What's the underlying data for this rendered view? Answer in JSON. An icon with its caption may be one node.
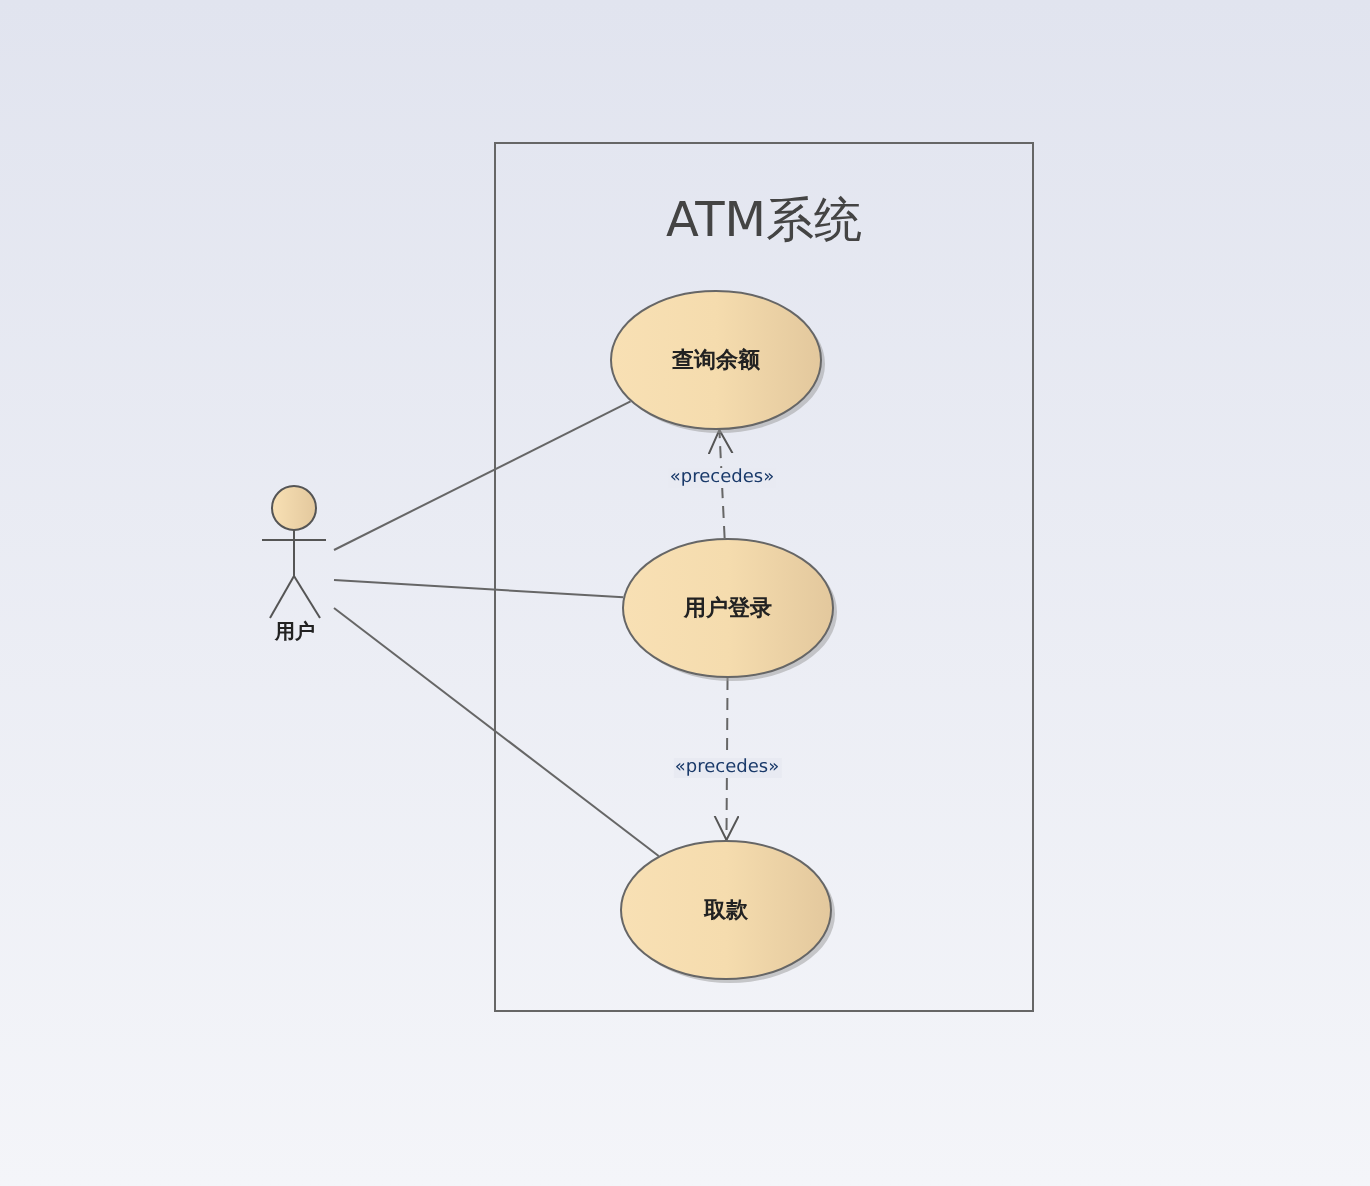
{
  "diagram": {
    "nodes": [
      {
        "text": [
          "ATM系统"
        ]
      },
      {
        "text": [
          "查询余额"
        ],
        "in": 0
      },
      {
        "text": [
          "用户登录"
        ],
        "in": 0
      },
      {
        "text": [
          "取款"
        ],
        "in": 0
      },
      {
        "text": [
          "用户"
        ]
      }
    ],
    "edges": [
      {
        "from": 4,
        "to": 1,
        "arrow": "none"
      },
      {
        "from": 4,
        "to": 2,
        "arrow": "none"
      },
      {
        "from": 4,
        "to": 3,
        "arrow": "none"
      },
      {
        "from": 2,
        "to": 1,
        "arrow": "to",
        "style": "dashed",
        "label": "«precedes»"
      },
      {
        "from": 2,
        "to": 3,
        "arrow": "to",
        "style": "dashed",
        "label": "«precedes»"
      }
    ]
  }
}
